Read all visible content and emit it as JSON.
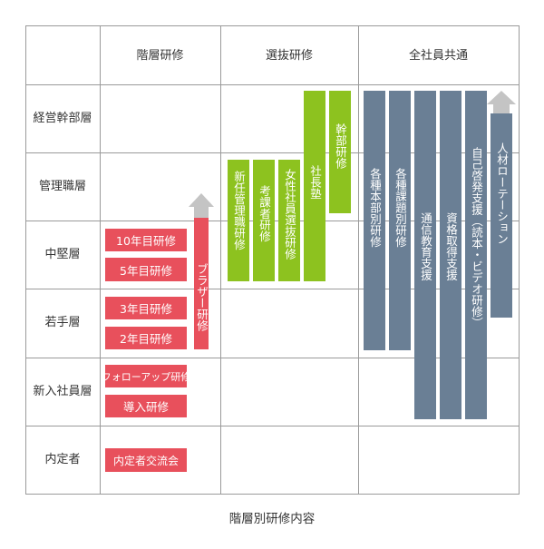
{
  "headers": {
    "col1": "階層研修",
    "col2": "選抜研修",
    "col3": "全社員共通"
  },
  "rows": [
    "経営幹部層",
    "管理職層",
    "中堅層",
    "若手層",
    "新入社員層",
    "内定者"
  ],
  "tiered": {
    "mid_10": "10年目研修",
    "mid_5": "5年目研修",
    "junior_3": "3年目研修",
    "junior_2": "2年目研修",
    "follow": "フォローアップ研修",
    "intro": "導入研修",
    "offer": "内定者交流会",
    "brother": "ブラザー研修"
  },
  "selective": {
    "new_mgr": "新任管理職研修",
    "consider": "考課者研修",
    "women": "女性社員選抜研修",
    "president_school": "社長塾",
    "executive": "幹部研修"
  },
  "common": {
    "each_dept": "各種本部別研修",
    "each_theme": "各種課題別研修",
    "correspondence": "通信教育支援",
    "certification": "資格取得支援",
    "self_dev": "自己啓発支援（読本・ビデオ研修）",
    "rotation": "人材ローテーション"
  },
  "caption": "階層別研修内容",
  "colors": {
    "red": "#e8505c",
    "green": "#8dc21f",
    "slate": "#6a7f95",
    "arrow": "#c4c4c4",
    "line": "#9a9a9a"
  }
}
